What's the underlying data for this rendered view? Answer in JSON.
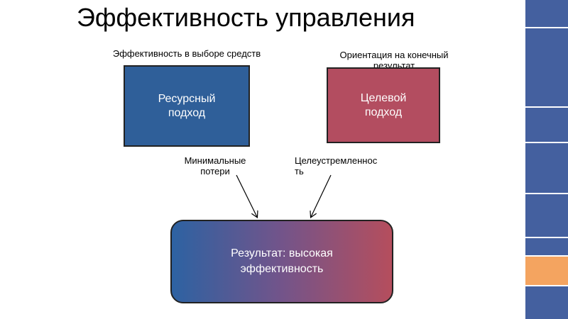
{
  "title": "Эффективность управления",
  "notes": {
    "resource_top": "Эффективность в выборе средств",
    "target_top": "Ориентация на конечный результат",
    "losses": "Минимальные потери",
    "purpose_line1": "Целеустремленнос",
    "purpose_line2": "ть"
  },
  "boxes": {
    "resource": {
      "line1": "Ресурсный",
      "line2": "подход"
    },
    "target": {
      "line1": "Целевой",
      "line2": "подход"
    },
    "result": {
      "line1": "Результат: высокая",
      "line2": "эффективность"
    }
  },
  "colors": {
    "resource": "#2f5f99",
    "target": "#b34d60",
    "result_gradient": [
      "#2d62a2",
      "#b54e5d"
    ],
    "sidebar_blue": "#44609f",
    "sidebar_orange": "#f4a460"
  }
}
